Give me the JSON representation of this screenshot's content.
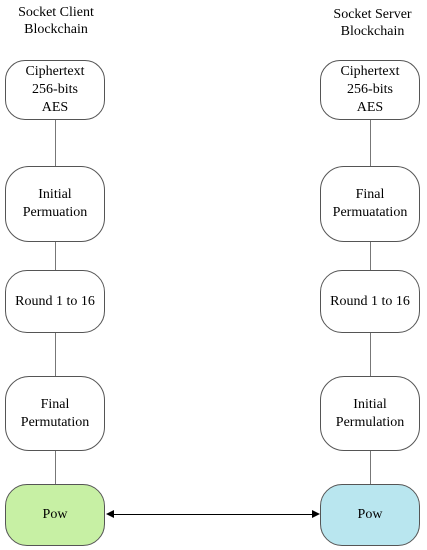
{
  "client": {
    "title": "Socket Client\nBlockchain",
    "nodes": [
      "Ciphertext\n256-bits\nAES",
      "Initial\nPermuation",
      "Round 1 to 16",
      "Final\nPermutation",
      "Pow"
    ],
    "pow_color": "#c7f0a4"
  },
  "server": {
    "title": "Socket Server\nBlockchain",
    "nodes": [
      "Ciphertext\n256-bits\nAES",
      "Final\nPermuatation",
      "Round 1 to 16",
      "Initial\nPermulation",
      "Pow"
    ],
    "pow_color": "#b9e6ef"
  }
}
